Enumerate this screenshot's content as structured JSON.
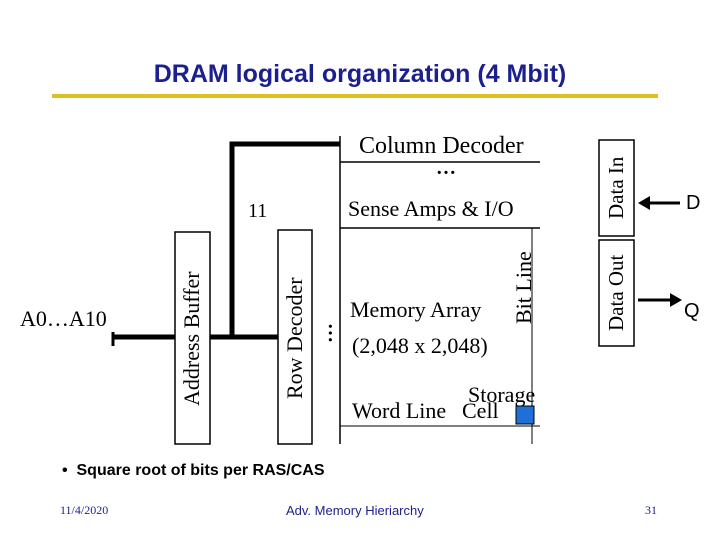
{
  "slide": {
    "title": "DRAM logical organization (4 Mbit)",
    "colors": {
      "title": "#1c1f8f",
      "rule": "#e0c020",
      "cell": "#1f6fd6"
    }
  },
  "diagram": {
    "column_decoder": "Column Decoder",
    "dots_top": "…",
    "sense_amps": "Sense Amps & I/O",
    "label_11": "11",
    "address_input": "A0…A10",
    "address_buffer": "Address Buffer",
    "row_decoder": "Row Decoder",
    "dots_side": "…",
    "memory_array_line1": "Memory Array",
    "memory_array_line2": "(2,048 x 2,048)",
    "bit_line": "Bit Line",
    "word_line": "Word Line",
    "storage": "Storage",
    "cell": "Cell",
    "data_in": "Data In",
    "data_out": "Data Out",
    "d_label": "D",
    "q_label": "Q"
  },
  "bullets": [
    "Square root of bits per RAS/CAS"
  ],
  "footer": {
    "date": "11/4/2020",
    "center": "Adv. Memory Hieriarchy",
    "page": "31"
  }
}
